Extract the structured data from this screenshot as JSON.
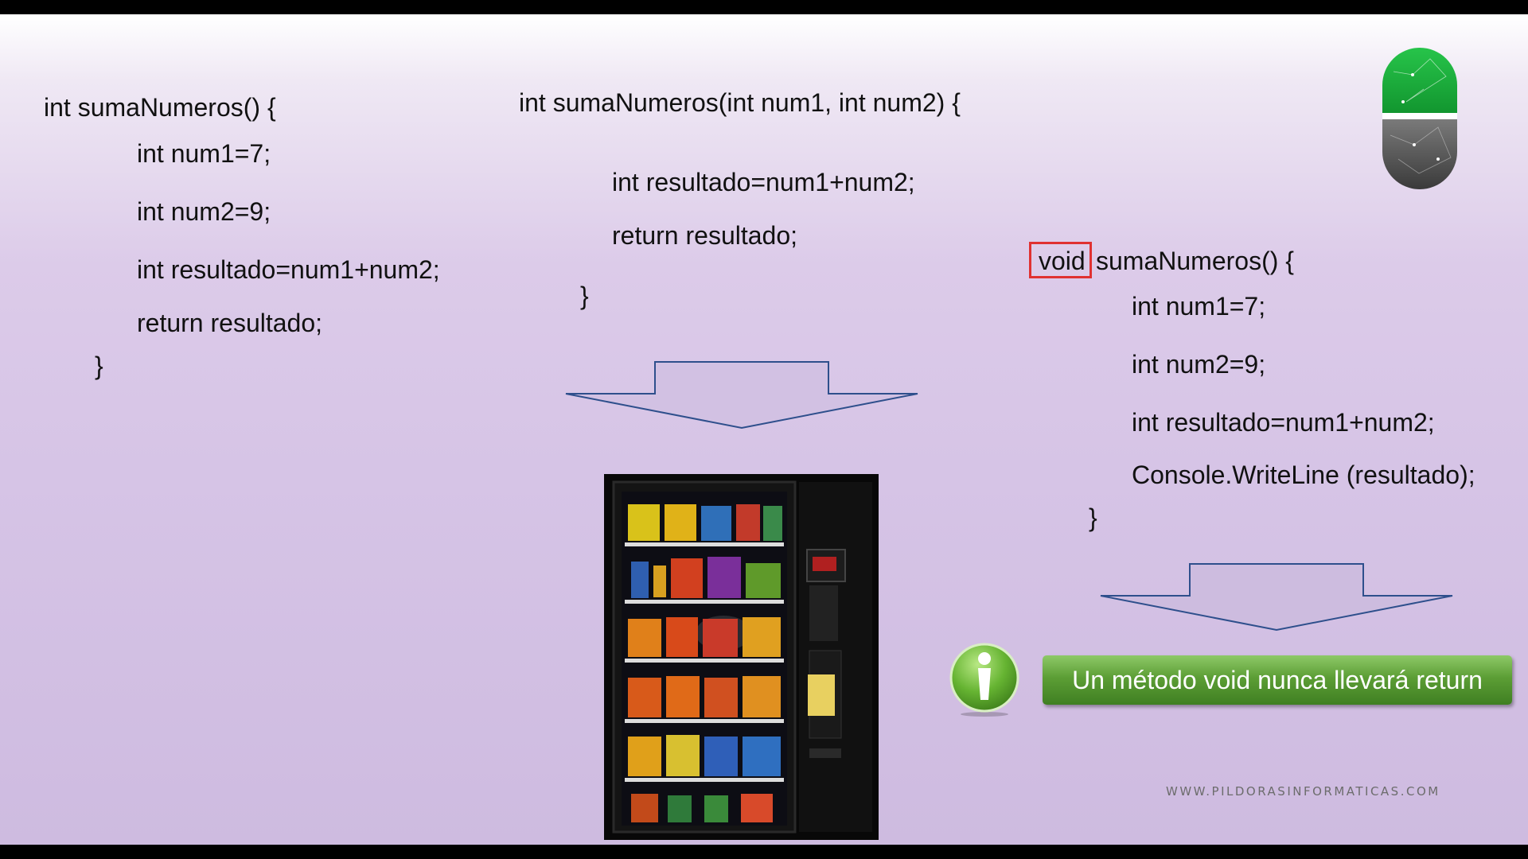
{
  "code_block_1": {
    "lines": [
      "int sumaNumeros() {",
      "int num1=7;",
      "int num2=9;",
      "int resultado=num1+num2;",
      "return resultado;",
      "}"
    ]
  },
  "code_block_2": {
    "lines": [
      "int sumaNumeros(int num1, int num2) {",
      "int resultado=num1+num2;",
      "return resultado;",
      "}"
    ]
  },
  "code_block_3": {
    "keyword": "void",
    "signature": "sumaNumeros() {",
    "lines": [
      "int num1=7;",
      "int num2=9;",
      "int resultado=num1+num2;",
      "Console.WriteLine (resultado);",
      "}"
    ]
  },
  "note": {
    "text": "Un método void nunca llevará return"
  },
  "watermark": "WWW.PILDORASINFORMATICAS.COM",
  "colors": {
    "highlight_box": "#e03131",
    "note_green": "#5c9e35",
    "arrow_stroke": "#2e4f8c",
    "logo_green": "#1fae3b"
  },
  "icons": {
    "logo": "pill-logo-icon",
    "info": "info-icon",
    "arrow": "down-arrow-icon",
    "image": "vending-machine-image"
  }
}
